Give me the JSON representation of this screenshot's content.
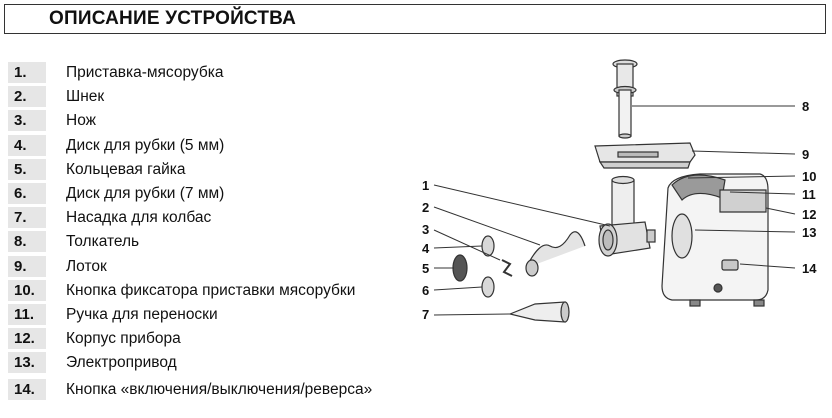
{
  "header": {
    "title": "ОПИСАНИЕ УСТРОЙСТВА"
  },
  "items": [
    {
      "num": "1.",
      "label": "Приставка-мясорубка"
    },
    {
      "num": "2.",
      "label": "Шнек"
    },
    {
      "num": "3.",
      "label": "Нож"
    },
    {
      "num": "4.",
      "label": "Диск для рубки (5 мм)"
    },
    {
      "num": "5.",
      "label": "Кольцевая гайка"
    },
    {
      "num": "6.",
      "label": "Диск для рубки (7 мм)"
    },
    {
      "num": "7.",
      "label": "Насадка для колбас"
    },
    {
      "num": "8.",
      "label": "Толкатель"
    },
    {
      "num": "9.",
      "label": "Лоток"
    },
    {
      "num": "10.",
      "label": "Кнопка фиксатора приставки мясорубки"
    },
    {
      "num": "11.",
      "label": "Ручка для переноски"
    },
    {
      "num": "12.",
      "label": "Корпус прибора"
    },
    {
      "num": "13.",
      "label": "Электропривод"
    },
    {
      "num": "14.",
      "label": "Кнопка «включения/выключения/реверса»"
    }
  ],
  "callouts": [
    "1",
    "2",
    "3",
    "4",
    "5",
    "6",
    "7",
    "8",
    "9",
    "10",
    "11",
    "12",
    "13",
    "14"
  ]
}
